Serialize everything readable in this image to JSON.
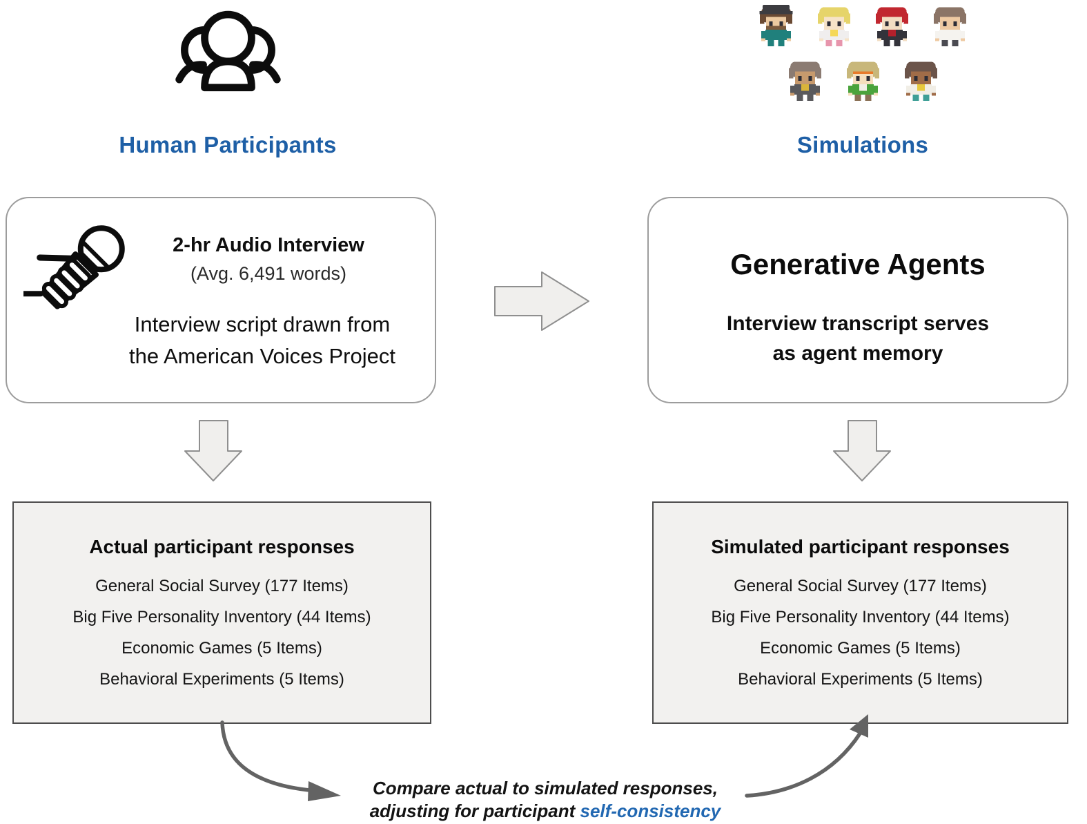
{
  "left_column": {
    "header_label": "Human Participants",
    "header_icon": "people-group-icon",
    "interview_card": {
      "icon": "microphone-hand-icon",
      "title": "2-hr Audio Interview",
      "subtitle": "(Avg. 6,491 words)",
      "body_line1": "Interview script drawn from",
      "body_line2": "the American Voices Project"
    },
    "responses_card": {
      "title": "Actual participant responses",
      "items": [
        "General Social Survey (177 Items)",
        "Big Five Personality Inventory (44 Items)",
        "Economic Games (5 Items)",
        "Behavioral Experiments (5 Items)"
      ]
    }
  },
  "right_column": {
    "header_label": "Simulations",
    "header_icon": "pixel-avatar-sprites",
    "agents_card": {
      "title": "Generative Agents",
      "body_line1": "Interview transcript serves",
      "body_line2": "as agent memory"
    },
    "responses_card": {
      "title": "Simulated participant responses",
      "items": [
        "General Social Survey (177 Items)",
        "Big Five Personality Inventory (44 Items)",
        "Economic Games (5 Items)",
        "Behavioral Experiments (5 Items)"
      ]
    }
  },
  "footer": {
    "line1": "Compare actual to simulated responses,",
    "line2_prefix": "adjusting for participant ",
    "line2_highlight": "self-consistency"
  },
  "colors": {
    "heading_blue": "#1e5fa6",
    "highlight_blue": "#2268b2",
    "block_arrow_fill": "#f0efed",
    "block_arrow_stroke": "#8f8f8f",
    "card_border": "#9c9c9c",
    "panel_bg": "#f2f1ef",
    "panel_border": "#4d4d4d",
    "curve_arrow": "#636363",
    "icon_black": "#0c0c0c"
  },
  "avatars": [
    {
      "name": "man-with-hat",
      "hair": "#6a4a33",
      "skin": "#ecc9a0",
      "top": "#20807c",
      "bottom": "#20807c",
      "accent": null,
      "hat": "#3c3c40",
      "beard": "#7b5a3d",
      "band": null
    },
    {
      "name": "blonde-woman",
      "hair": "#e6d46a",
      "skin": "#f6e3c8",
      "top": "#f0eeee",
      "bottom": "#e795ac",
      "accent": "#f5d858",
      "hat": null,
      "beard": null,
      "band": null
    },
    {
      "name": "red-haired-woman",
      "hair": "#c1272f",
      "skin": "#f2ddc2",
      "top": "#33333b",
      "bottom": "#33333b",
      "accent": "#b3202c",
      "hat": null,
      "beard": null,
      "band": null
    },
    {
      "name": "brown-haired-man",
      "hair": "#8b7466",
      "skin": "#eec9a2",
      "top": "#f5f3ef",
      "bottom": "#4b4b52",
      "accent": null,
      "hat": null,
      "beard": null,
      "band": null
    },
    {
      "name": "gray-suit-man",
      "hair": "#8b7b72",
      "skin": "#c79a6d",
      "top": "#59595c",
      "bottom": "#59595c",
      "accent": "#d9b43a",
      "hat": null,
      "beard": null,
      "band": null
    },
    {
      "name": "green-jacket-person",
      "hair": "#c8b77a",
      "skin": "#f6dfbd",
      "top": "#4aa33c",
      "bottom": "#8a7055",
      "accent": "#f2efe6",
      "hat": null,
      "beard": null,
      "band": "#e87a2a"
    },
    {
      "name": "bowl-cut-person",
      "hair": "#6b544a",
      "skin": "#a06c48",
      "top": "#f1eee6",
      "bottom": "#3f9f97",
      "accent": "#e7c93f",
      "hat": null,
      "beard": null,
      "band": null
    }
  ]
}
